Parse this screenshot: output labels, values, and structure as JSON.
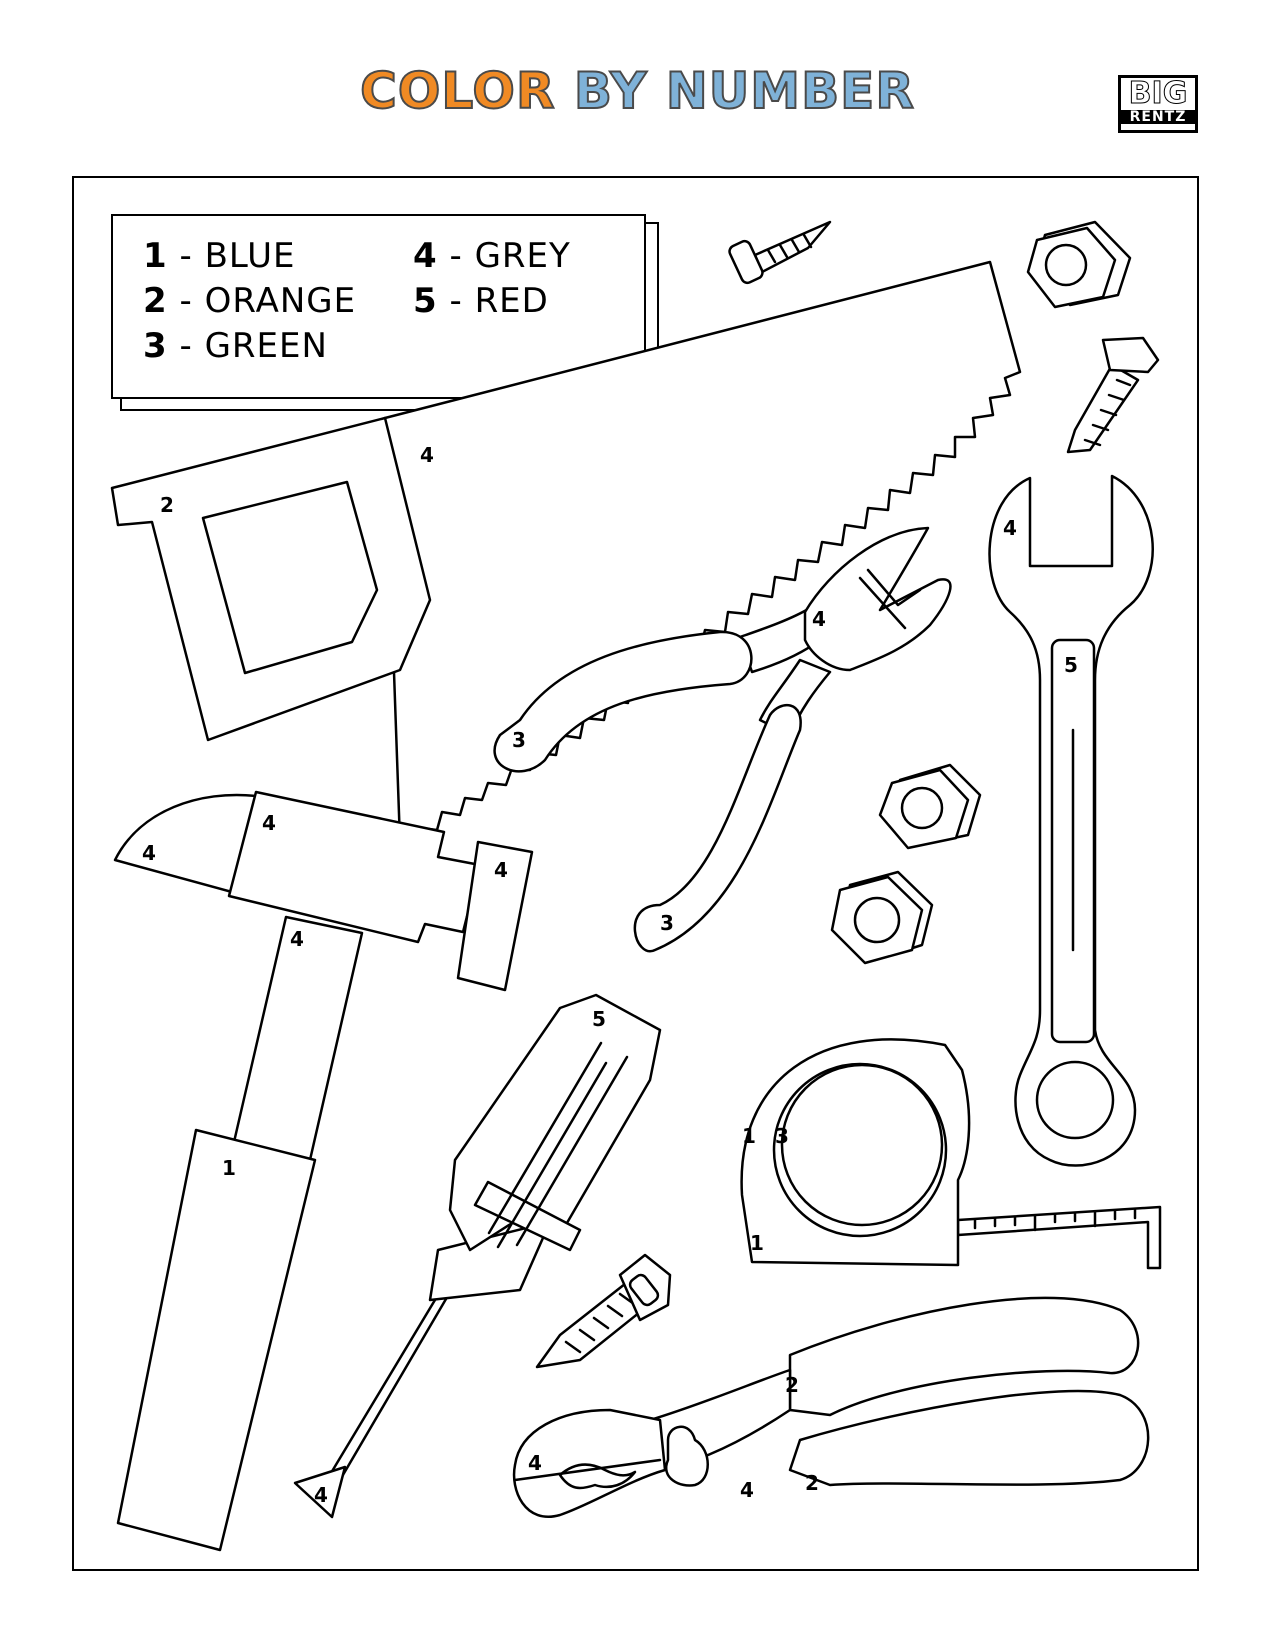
{
  "header": {
    "title_word1": "COLOR",
    "title_word2": "BY NUMBER",
    "title_color1": "#f08a24",
    "title_color2": "#7fb2d8",
    "logo_line1": "BIG",
    "logo_line2": "RENTZ"
  },
  "legend": {
    "items": [
      {
        "num": "1",
        "sep": " - ",
        "color": "BLUE"
      },
      {
        "num": "2",
        "sep": " - ",
        "color": "ORANGE"
      },
      {
        "num": "3",
        "sep": " - ",
        "color": "GREEN"
      },
      {
        "num": "4",
        "sep": " - ",
        "color": "GREY"
      },
      {
        "num": "5",
        "sep": " - ",
        "color": "RED"
      }
    ]
  },
  "region_labels": {
    "saw_blade": "4",
    "saw_handle": "2",
    "wrench": "4",
    "wrench_grip": "5",
    "cutter_head": "4",
    "cutter_handle_top": "3",
    "cutter_handle_bottom": "3",
    "hammer_claw": "4",
    "hammer_head": "4",
    "hammer_face": "4",
    "hammer_neck": "4",
    "hammer_grip": "1",
    "screwdriver_handle": "5",
    "screwdriver_tip": "4",
    "tape_body_left": "1",
    "tape_reel": "3",
    "tape_body_bottom": "1",
    "pliers_jaw": "4",
    "pliers_joint": "4",
    "pliers_handle_top": "2",
    "pliers_handle_bottom": "2"
  }
}
